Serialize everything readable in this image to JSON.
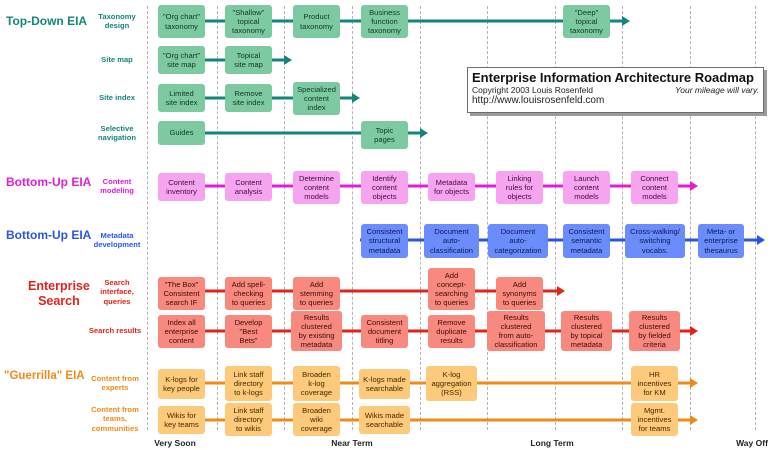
{
  "title_box": {
    "title": "Enterprise Information Architecture Roadmap",
    "copyright": "Copyright 2003 Louis Rosenfeld",
    "mileage": "Your mileage will vary.",
    "url": "http://www.louisrosenfeld.com"
  },
  "timeline": [
    "Very Soon",
    "Near Term",
    "Long Term",
    "Way Off"
  ],
  "sections": [
    {
      "id": "topdown",
      "title": "Top-Down EIA",
      "color": "teal"
    },
    {
      "id": "bottomup1",
      "title": "Bottom-Up EIA",
      "color": "magenta"
    },
    {
      "id": "bottomup2",
      "title": "Bottom-Up EIA",
      "color": "blue"
    },
    {
      "id": "enterprise",
      "title": "Enterprise\nSearch",
      "color": "red"
    },
    {
      "id": "guerrilla",
      "title": "\"Guerrilla\" EIA",
      "color": "orange"
    }
  ],
  "rows": [
    {
      "label": "Taxonomy\ndesign",
      "color": "teal",
      "fill": "green",
      "items": [
        "\"Org chart\"\ntaxonomy",
        "\"Shallow\"\ntopical\ntaxonomy",
        "Product\ntaxonomy",
        "Business\nfunction\ntaxonomy",
        "\"Deep\"\ntopical\ntaxonomy"
      ]
    },
    {
      "label": "Site map",
      "color": "teal",
      "fill": "green",
      "items": [
        "\"Org chart\"\nsite map",
        "Topical\nsite map"
      ]
    },
    {
      "label": "Site index",
      "color": "teal",
      "fill": "green",
      "items": [
        "Limited\nsite index",
        "Remove\nsite index",
        "Specialized\ncontent\nindex"
      ]
    },
    {
      "label": "Selective\nnavigation",
      "color": "teal",
      "fill": "green",
      "items": [
        "Guides",
        "Topic\npages"
      ]
    },
    {
      "label": "Content\nmodeling",
      "color": "magenta",
      "fill": "pink",
      "items": [
        "Content\ninventory",
        "Content\nanalysis",
        "Determine\ncontent\nmodels",
        "Identify\ncontent\nobjects",
        "Metadata\nfor objects",
        "Linking\nrules for\nobjects",
        "Launch\ncontent\nmodels",
        "Connect\ncontent\nmodels"
      ]
    },
    {
      "label": "Metadata\ndevelopment",
      "color": "blue",
      "fill": "blue",
      "items": [
        "Consistent\nstructural\nmetadata",
        "Document\nauto-\nclassification",
        "Document\nauto-\ncategorization",
        "Consistent\nsemantic\nmetadata",
        "Cross-walking/\nswitching\nvocabs.",
        "Meta- or\nenterprise\nthesaurus"
      ]
    },
    {
      "label": "Search\ninterface,\nqueries",
      "color": "red",
      "fill": "red",
      "items": [
        "\"The Box\"\nConsistent\nsearch IF",
        "Add spell-\nchecking\nto queries",
        "Add\nstemming\nto queries",
        "Add\nconcept-\nsearching\nto queries",
        "Add\nsynonyms\nto queries"
      ]
    },
    {
      "label": "Search results",
      "color": "red",
      "fill": "red",
      "items": [
        "Index all\nenterprise\ncontent",
        "Develop\n\"Best\nBets\"",
        "Results\nclustered\nby existing\nmetadata",
        "Consistent\ndocument\ntitling",
        "Remove\nduplicate\nresults",
        "Results\nclustered\nfrom auto-\nclassification",
        "Results\nclustered\nby topical\nmetadata",
        "Results\nclustered\nby fielded\ncriteria"
      ]
    },
    {
      "label": "Content from\nexperts",
      "color": "orange",
      "fill": "orange",
      "items": [
        "K-logs for\nkey people",
        "Link staff\ndirectory\nto k-logs",
        "Broaden\nk-log\ncoverage",
        "K-logs made\nsearchable",
        "K-log\naggregation\n(RSS)",
        "HR\nincentives\nfor KM"
      ]
    },
    {
      "label": "Content from\nteams,\ncommunities",
      "color": "orange",
      "fill": "orange",
      "items": [
        "Wikis for\nkey teams",
        "Link staff\ndirectory\nto wikis",
        "Broaden\nwiki\ncoverage",
        "Wikis made\nsearchable",
        "Mgmt.\nincentives\nfor teams"
      ]
    }
  ],
  "colors": {
    "teal": "#13857a",
    "magenta": "#e11dd8",
    "blue": "#2a55e0",
    "red": "#e2231a",
    "orange": "#f08a17",
    "green_fill": "#7dc9a1",
    "pink_fill": "#f6a3f0",
    "blue_fill": "#6a8dfb",
    "red_fill": "#f7897f",
    "orange_fill": "#fdc97a"
  }
}
